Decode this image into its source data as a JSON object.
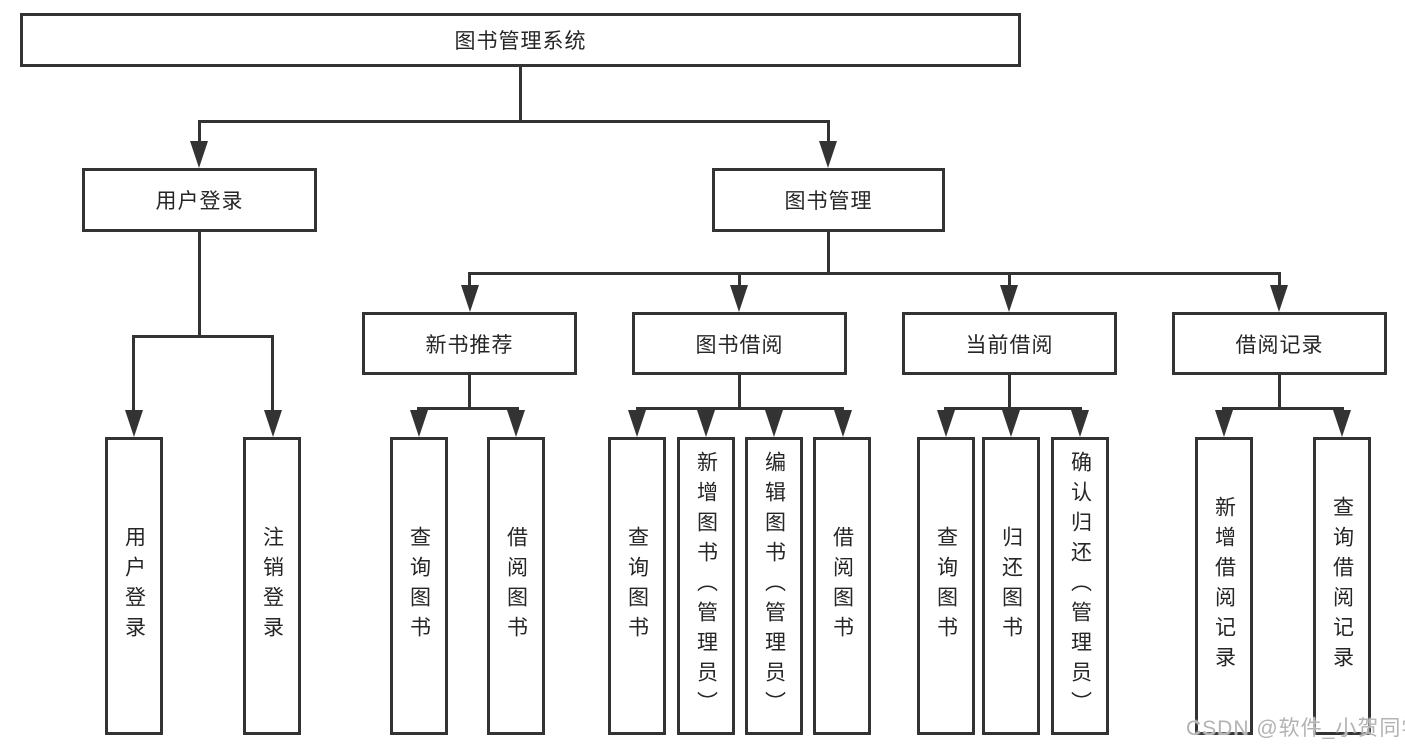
{
  "tree": {
    "root": "图书管理系统",
    "login": {
      "label": "用户登录",
      "children": [
        "用户登录",
        "注销登录"
      ]
    },
    "manage": {
      "label": "图书管理"
    },
    "recommend": {
      "label": "新书推荐",
      "children": [
        "查询图书",
        "借阅图书"
      ]
    },
    "borrow": {
      "label": "图书借阅",
      "children": [
        "查询图书",
        "新增图书（管理员）",
        "编辑图书（管理员）",
        "借阅图书"
      ]
    },
    "current": {
      "label": "当前借阅",
      "children": [
        "查询图书",
        "归还图书",
        "确认归还（管理员）"
      ]
    },
    "records": {
      "label": "借阅记录",
      "children": [
        "新增借阅记录",
        "查询借阅记录"
      ]
    }
  },
  "watermark": "CSDN @软件_小贺同学",
  "colors": {
    "line": "#333333",
    "text": "#262626",
    "watermark": "#b3b3b3",
    "background": "#ffffff"
  }
}
